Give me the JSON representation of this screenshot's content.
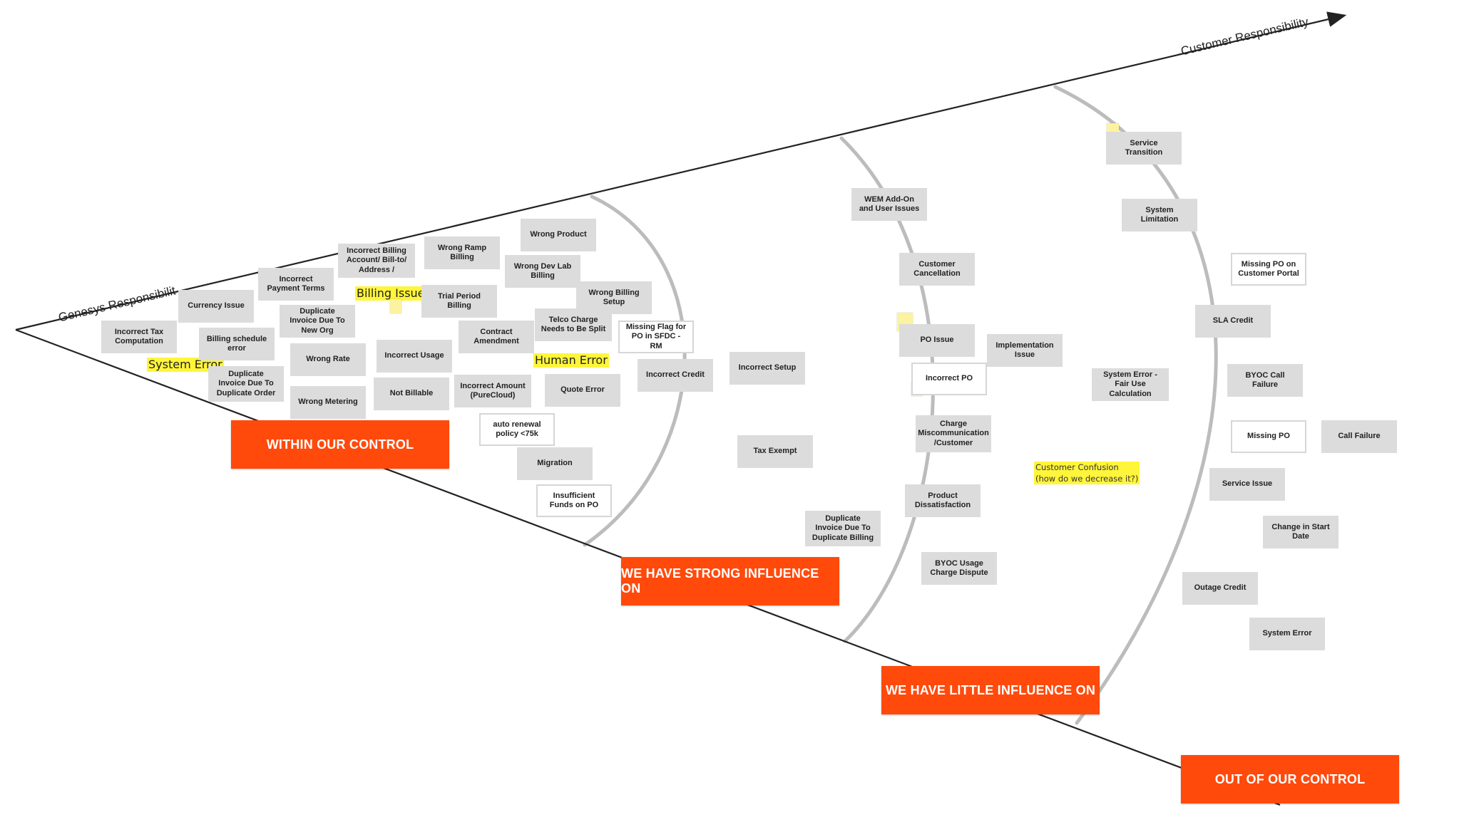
{
  "axes": {
    "genesys": "Genesys Responsibilit",
    "customer": "Customer Responsibility"
  },
  "zones": {
    "within": "WITHIN OUR CONTROL",
    "strong": "WE HAVE STRONG INFLUENCE ON",
    "little": "WE HAVE LITTLE INFLUENCE ON",
    "out": "OUT OF OUR CONTROL"
  },
  "highlights": {
    "system_error": "System Error",
    "billing_issues": "Billing Issues",
    "human_error": "Human Error",
    "customer_confusion": "Customer Confusion\n(how do we decrease it?)"
  },
  "within_notes": {
    "incorrect_tax": "Incorrect Tax Computation",
    "currency_issue": "Currency Issue",
    "incorrect_payment_terms": "Incorrect Payment Terms",
    "incorrect_billing_account": "Incorrect Billing Account/ Bill-to/ Address /",
    "wrong_ramp_billing": "Wrong Ramp Billing",
    "wrong_product": "Wrong Product",
    "wrong_dev_lab": "Wrong Dev Lab Billing",
    "billing_schedule_error": "Billing schedule error",
    "duplicate_invoice_new_org": "Duplicate Invoice Due To New Org",
    "trial_period_billing": "Trial Period Billing",
    "wrong_billing_setup": "Wrong Billing Setup",
    "contract_amendment": "Contract Amendment",
    "telco_charge": "Telco Charge Needs to Be Split",
    "missing_flag": "Missing Flag for PO in SFDC - RM",
    "wrong_rate": "Wrong Rate",
    "incorrect_usage": "Incorrect Usage",
    "duplicate_invoice_dup_order": "Duplicate Invoice Due To Duplicate Order",
    "wrong_metering": "Wrong Metering",
    "not_billable": "Not Billable",
    "incorrect_amount": "Incorrect Amount (PureCloud)",
    "quote_error": "Quote Error",
    "auto_renewal": "auto renewal policy <75k",
    "migration": "Migration",
    "insufficient_funds": "Insufficient Funds on PO"
  },
  "strong_notes": {
    "incorrect_credit": "Incorrect Credit",
    "incorrect_setup": "Incorrect Setup",
    "tax_exempt": "Tax Exempt",
    "duplicate_invoice_billing": "Duplicate Invoice Due To Duplicate Billing",
    "wem_addon": "WEM Add-On and User Issues",
    "customer_cancellation": "Customer Cancellation",
    "po_issue": "PO Issue"
  },
  "little_notes": {
    "implementation_issue": "Implementation Issue",
    "incorrect_po": "Incorrect PO",
    "charge_miscommunication": "Charge Miscommunication /Customer",
    "product_dissatisfaction": "Product Dissatisfaction",
    "byoc_usage": "BYOC Usage Charge Dispute",
    "system_error_fair_use": "System Error - Fair Use Calculation"
  },
  "out_notes": {
    "service_transition": "Service Transition",
    "system_limitation": "System Limitation",
    "missing_po_portal": "Missing PO on Customer Portal",
    "sla_credit": "SLA Credit",
    "byoc_call_failure": "BYOC Call Failure",
    "missing_po": "Missing PO",
    "call_failure": "Call Failure",
    "service_issue": "Service Issue",
    "change_start_date": "Change in Start Date",
    "outage_credit": "Outage Credit",
    "system_error": "System Error"
  },
  "colors": {
    "zone": "#ff4a0c",
    "note_grey": "#dcdcdc",
    "highlight": "#fff53a",
    "arc": "#bcbcbc",
    "axis": "#222222"
  }
}
